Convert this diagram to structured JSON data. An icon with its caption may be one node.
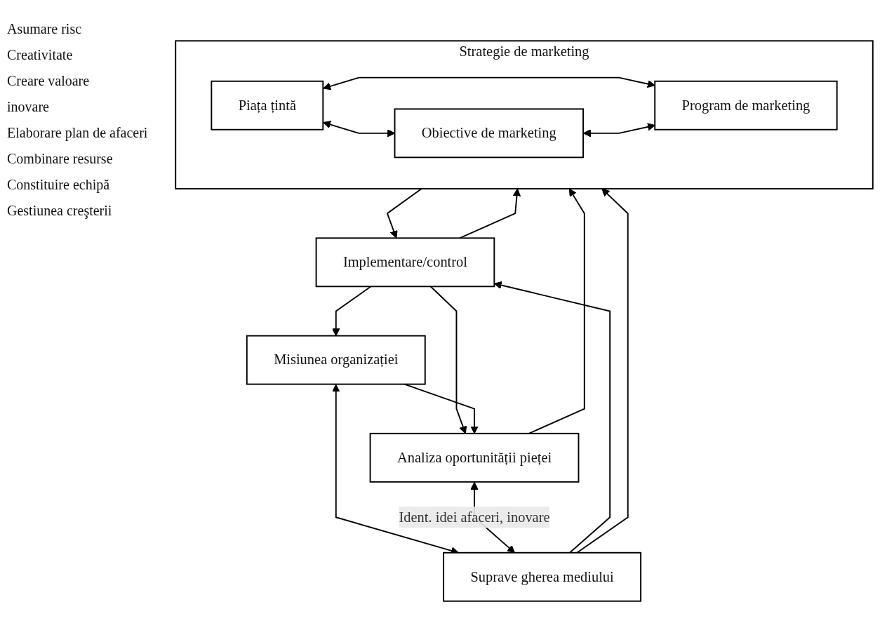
{
  "diagram": {
    "nodes": [
      {
        "text": [
          "Misiunea organizației"
        ]
      },
      {
        "text": [
          "Analiza oportunității pieței"
        ]
      },
      {
        "text": [
          "Suprave gherea mediului"
        ]
      },
      {
        "text": [
          "Strategie de marketing"
        ]
      },
      {
        "text": [
          "Piața țintă"
        ],
        "in": 3
      },
      {
        "text": [
          "Obiective de marketing"
        ],
        "in": 3
      },
      {
        "text": [
          "Program de marketing"
        ],
        "in": 3
      },
      {
        "text": [
          "Implementare/control"
        ]
      }
    ],
    "edges": [
      {
        "from": 7,
        "to": 0,
        "arrow": "to"
      },
      {
        "from": 7,
        "to": 1,
        "arrow": "to"
      },
      {
        "from": 7,
        "to": 3,
        "arrow": "to"
      },
      {
        "from": 0,
        "to": 2,
        "arrow": "both"
      },
      {
        "from": 0,
        "to": 1,
        "arrow": "to"
      },
      {
        "from": 1,
        "to": 2,
        "arrow": "both",
        "label": "Ident. idei afaceri, inovare"
      },
      {
        "from": 1,
        "to": 3,
        "arrow": "to"
      },
      {
        "from": 4,
        "to": 5,
        "arrow": "both"
      },
      {
        "from": 4,
        "to": 6,
        "arrow": "both"
      },
      {
        "from": 5,
        "to": 6,
        "arrow": "both"
      },
      {
        "from": 2,
        "to": 3,
        "arrow": "to"
      },
      {
        "from": 3,
        "to": 7,
        "arrow": "to"
      },
      {
        "from": 2,
        "to": 7,
        "arrow": "to"
      }
    ],
    "labels": [
      "Asumare risc",
      "Creativitate",
      "Creare valoare",
      "inovare",
      "Elaborare plan de afaceri",
      "Combinare resurse",
      "Constituire echipă",
      "Gestiunea creşterii"
    ]
  }
}
